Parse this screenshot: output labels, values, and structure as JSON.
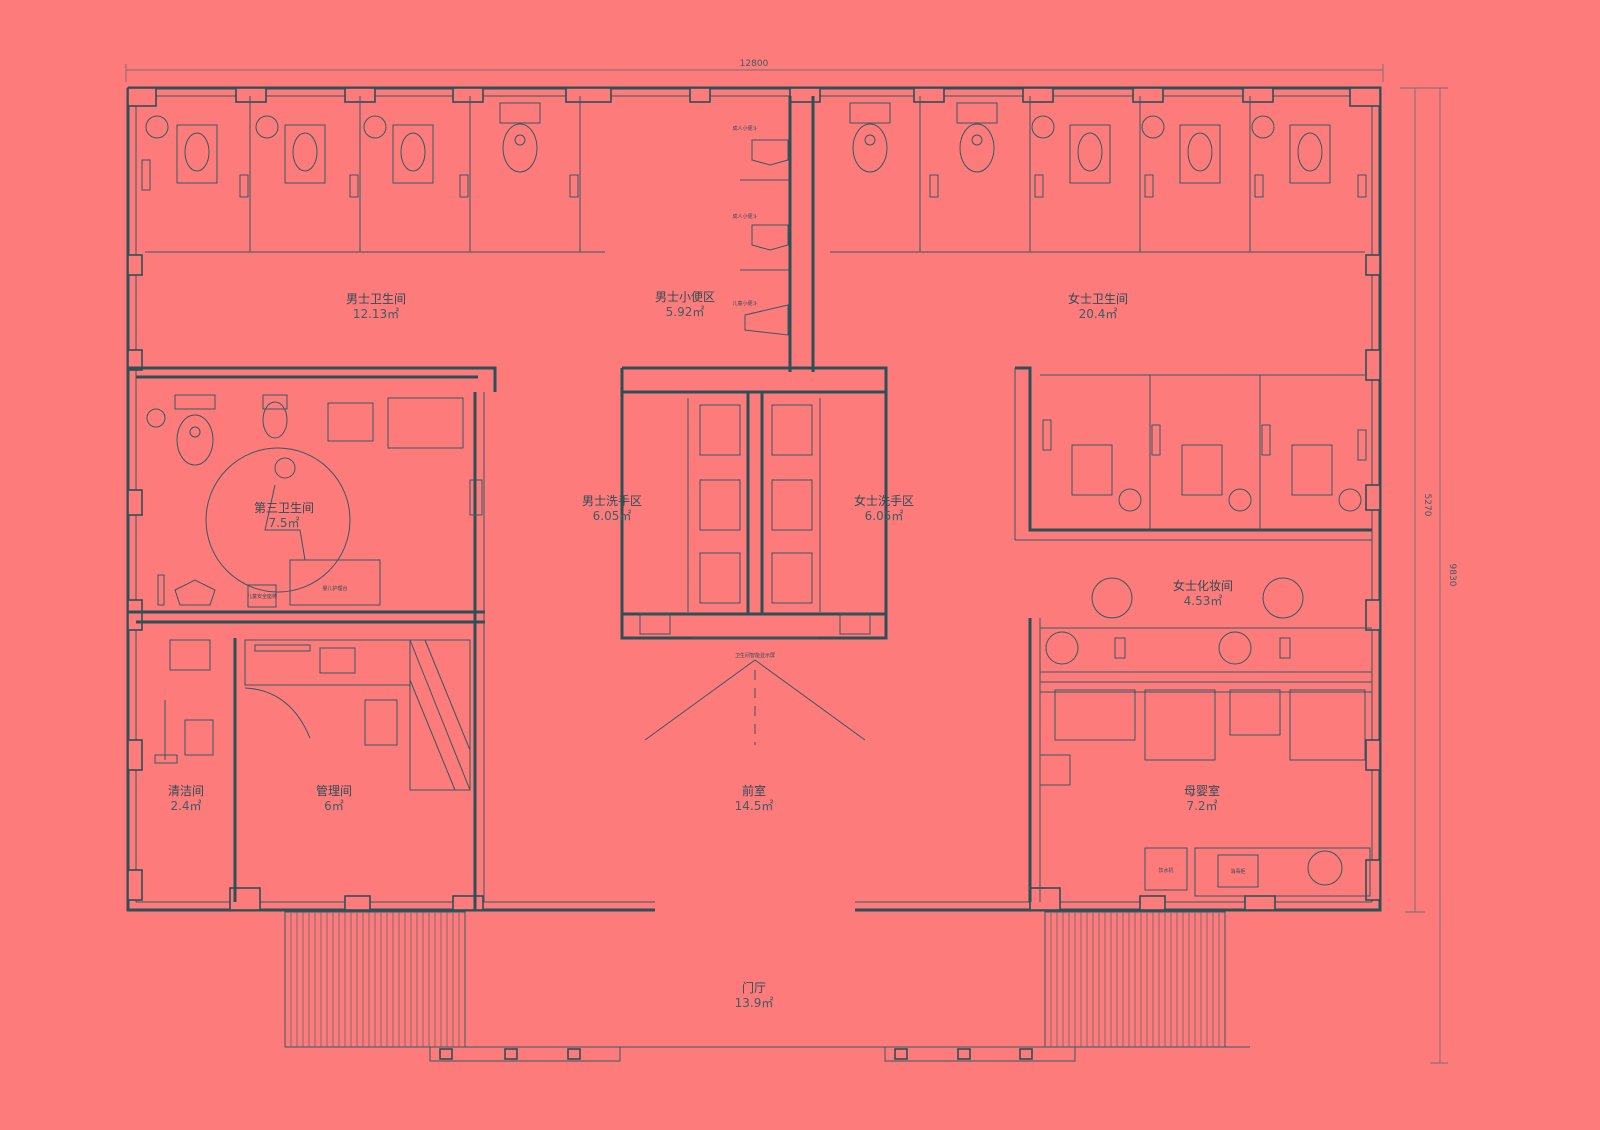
{
  "dimensions": {
    "overall_width": "12800",
    "overall_height": "9830",
    "partial_height": "5270"
  },
  "rooms": {
    "mens_toilet": {
      "name": "男士卫生间",
      "area": "12.13㎡"
    },
    "mens_urinal": {
      "name": "男士小便区",
      "area": "5.92㎡"
    },
    "womens_toilet": {
      "name": "女士卫生间",
      "area": "20.4㎡"
    },
    "third_toilet": {
      "name": "第三卫生间",
      "area": "7.5㎡"
    },
    "mens_wash": {
      "name": "男士洗手区",
      "area": "6.05㎡"
    },
    "womens_wash": {
      "name": "女士洗手区",
      "area": "6.05㎡"
    },
    "womens_makeup": {
      "name": "女士化妆间",
      "area": "4.53㎡"
    },
    "cleaning": {
      "name": "清洁间",
      "area": "2.4㎡"
    },
    "management": {
      "name": "管理间",
      "area": "6㎡"
    },
    "front_room": {
      "name": "前室",
      "area": "14.5㎡"
    },
    "mother_baby": {
      "name": "母婴室",
      "area": "7.2㎡"
    },
    "entrance_hall": {
      "name": "门厅",
      "area": "13.9㎡"
    }
  },
  "fixture_labels": {
    "urinal_1": "成人小便斗",
    "urinal_2": "成人小便斗",
    "urinal_3": "儿童小便斗",
    "baby_seat": "儿童安全座椅",
    "changing_table": "婴儿护理台",
    "guide_sign": "卫生间智能显示屏",
    "water_dispenser": "饮水机",
    "sterilizer": "消毒柜"
  },
  "colors": {
    "background": "#fd7b7b",
    "line": "#2c5058"
  }
}
